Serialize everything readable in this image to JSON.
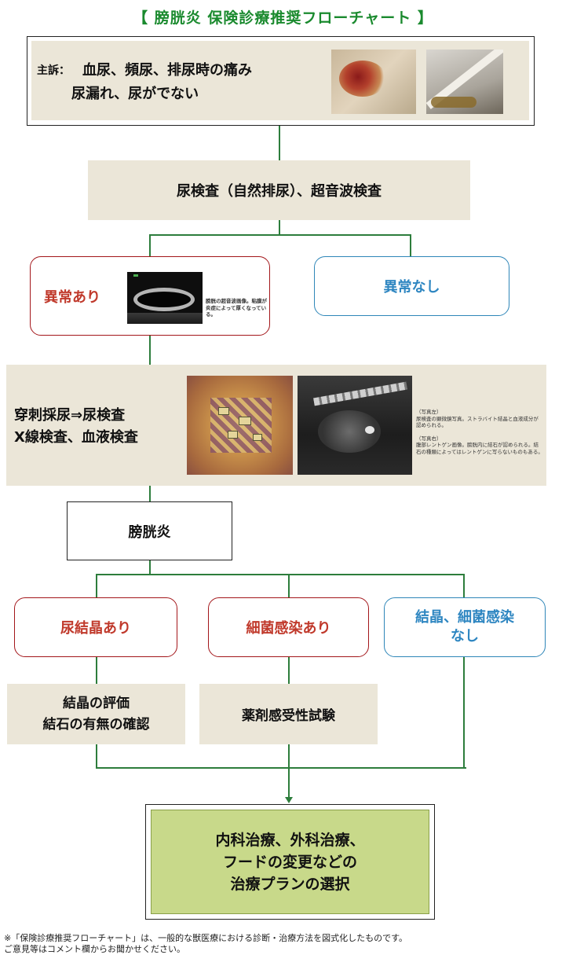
{
  "title": "【 膀胱炎 保険診療推奨フローチャート 】",
  "complaint": {
    "label": "主訴：",
    "line1": "血尿、頻尿、排尿時の痛み",
    "line2": "尿漏れ、尿がでない"
  },
  "exam1": "尿検査（自然排尿）、超音波検査",
  "abnormal": {
    "label": "異常あり",
    "ultrasound_caption": "膀胱の超音波画像。粘膜が炎症によって厚くなっている。"
  },
  "normal": "異常なし",
  "exam2": {
    "line1": "穿刺採尿⇒尿検査",
    "line2": "X線検査、血液検査",
    "caption_left_head": "（写真左）",
    "caption_left_body": "尿検査の顕微鏡写真。ストラバイト結晶と血液成分が認められる。",
    "caption_right_head": "（写真右）",
    "caption_right_body": "腹部レントゲン画像。膀胱内に結石が認められる。結石の種類によってはレントゲンに写らないものもある。"
  },
  "diagnosis": "膀胱炎",
  "branches": {
    "crystal": "尿結晶あり",
    "bacteria": "細菌感染あり",
    "none_line1": "結晶、細菌感染",
    "none_line2": "なし"
  },
  "crystal_eval": {
    "line1": "結晶の評価",
    "line2": "結石の有無の確認"
  },
  "sensitivity": "薬剤感受性試験",
  "treatment": {
    "line1": "内科治療、外科治療、",
    "line2": "フードの変更などの",
    "line3": "治療プランの選択"
  },
  "footer": {
    "line1": "※「保険診療推奨フローチャート」は、一般的な獣医療における診断・治療方法を図式化したものです。",
    "line2": "ご意見等はコメント欄からお聞かせください。"
  },
  "colors": {
    "accent_green": "#1a8a2e",
    "line_green": "#2d7d3c",
    "beige": "#ebe6d8",
    "red": "#c0392b",
    "blue": "#2e86c1",
    "treatment_green": "#c8d98a"
  }
}
